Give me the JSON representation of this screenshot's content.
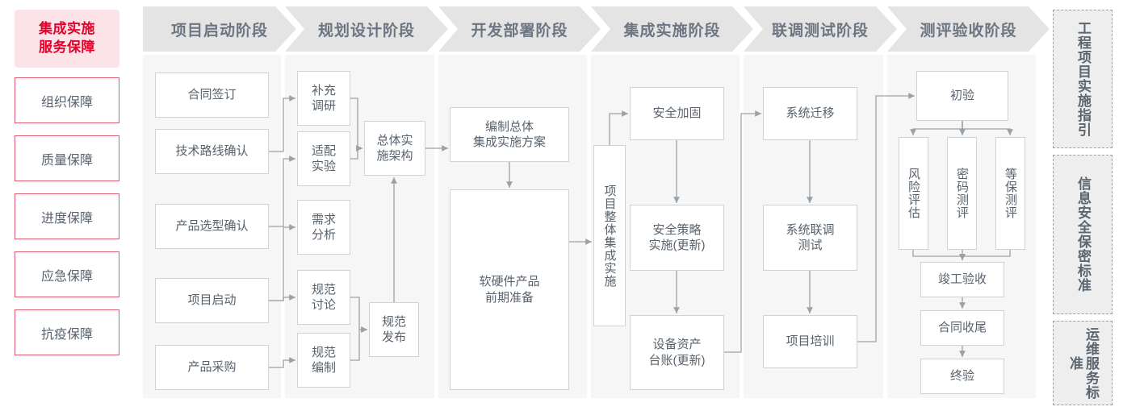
{
  "title": "工程项目实施指引流程图",
  "left_panel": {
    "lead": {
      "line1": "集成实施",
      "line2": "服务保障"
    },
    "guarantees": [
      {
        "label": "组织保障"
      },
      {
        "label": "质量保障"
      },
      {
        "label": "进度保障"
      },
      {
        "label": "应急保障"
      },
      {
        "label": "抗疫保障"
      }
    ]
  },
  "phases": [
    {
      "header": "项目启动阶段",
      "nodes": [
        {
          "label": "合同签订"
        },
        {
          "label": "技术路线确认"
        },
        {
          "label": "产品选型确认"
        },
        {
          "label": "项目启动"
        },
        {
          "label": "产品采购"
        }
      ]
    },
    {
      "header": "规划设计阶段",
      "nodes": [
        {
          "label": "补充\n调研"
        },
        {
          "label": "适配\n实验"
        },
        {
          "label": "需求\n分析"
        },
        {
          "label": "规范\n讨论"
        },
        {
          "label": "规范\n编制"
        },
        {
          "label": "总体实\n施架构"
        },
        {
          "label": "规范\n发布"
        }
      ]
    },
    {
      "header": "开发部署阶段",
      "nodes": [
        {
          "label": "编制总体\n集成实施方案"
        },
        {
          "label": "软硬件产品\n前期准备"
        }
      ]
    },
    {
      "header": "集成实施阶段",
      "nodes": [
        {
          "label": "项目整体集成实施"
        },
        {
          "label": "安全加固"
        },
        {
          "label": "安全策略\n实施(更新)"
        },
        {
          "label": "设备资产\n台账(更新)"
        }
      ]
    },
    {
      "header": "联调测试阶段",
      "nodes": [
        {
          "label": "系统迁移"
        },
        {
          "label": "系统联调\n测试"
        },
        {
          "label": "项目培训"
        }
      ]
    },
    {
      "header": "测评验收阶段",
      "nodes": [
        {
          "label": "初验"
        },
        {
          "label": "风险评估"
        },
        {
          "label": "密码测评"
        },
        {
          "label": "等保测评"
        },
        {
          "label": "竣工验收"
        },
        {
          "label": "合同收尾"
        },
        {
          "label": "终验"
        }
      ]
    }
  ],
  "standards": [
    {
      "label": "工程项目实施指引"
    },
    {
      "label": "信息安全保密标准"
    },
    {
      "label": "运维服务标准"
    }
  ],
  "colors": {
    "accent_red": "#e3002b",
    "accent_red_border": "#e05a72",
    "lead_bg": "#fbe3e8",
    "header_bg": "#e4e4e4",
    "band_bg": "#f6f6f6",
    "node_border": "#cfd3d6",
    "text": "#58626c",
    "wire": "#9aa2a8"
  }
}
